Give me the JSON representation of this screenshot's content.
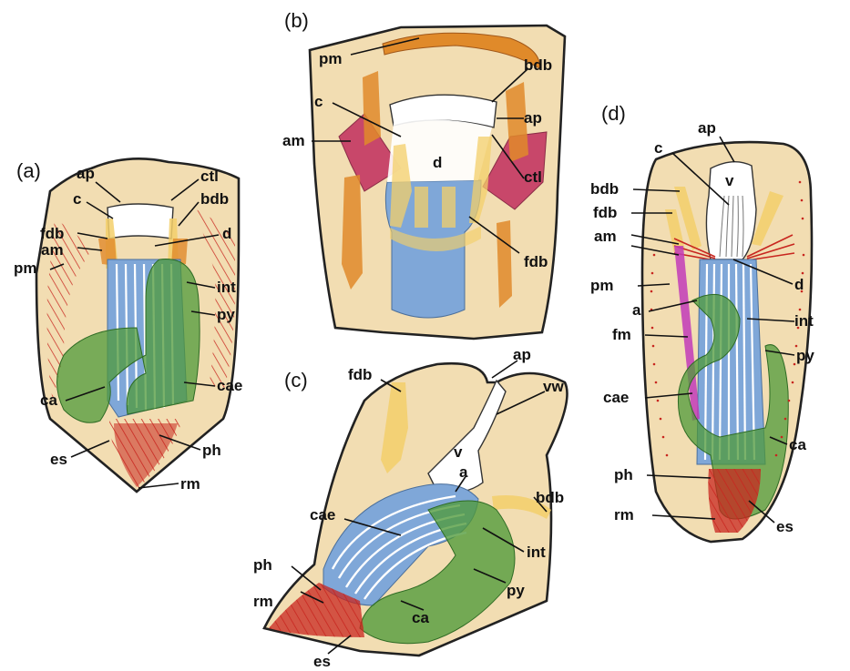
{
  "panels": {
    "a": {
      "label": "(a)",
      "structures": {
        "ap": "ap",
        "ctl": "ctl",
        "c": "c",
        "bdb": "bdb",
        "fdb": "fdb",
        "d": "d",
        "am": "am",
        "pm": "pm",
        "int": "int",
        "py": "py",
        "cae": "cae",
        "ca": "ca",
        "es": "es",
        "ph": "ph",
        "rm": "rm"
      }
    },
    "b": {
      "label": "(b)",
      "structures": {
        "pm": "pm",
        "bdb": "bdb",
        "c": "c",
        "ap": "ap",
        "am": "am",
        "d": "d",
        "ctl": "ctl",
        "fdb": "fdb"
      }
    },
    "c": {
      "label": "(c)",
      "structures": {
        "fdb": "fdb",
        "ap": "ap",
        "vw": "vw",
        "v": "v",
        "a": "a",
        "bdb": "bdb",
        "cae": "cae",
        "int": "int",
        "py": "py",
        "ph": "ph",
        "rm": "rm",
        "ca": "ca",
        "es": "es"
      }
    },
    "d": {
      "label": "(d)",
      "structures": {
        "ap": "ap",
        "c": "c",
        "v": "v",
        "bdb": "bdb",
        "fdb": "fdb",
        "am": "am",
        "pm": "pm",
        "d": "d",
        "a": "a",
        "int": "int",
        "fm": "fm",
        "py": "py",
        "cae": "cae",
        "ca": "ca",
        "ph": "ph",
        "rm": "rm",
        "es": "es"
      }
    }
  },
  "colors": {
    "body": "#f2ddb2",
    "outline": "#222222",
    "blue_pharynx": "#7fa7d8",
    "green_gut": "#4f9a3a",
    "red_muscle": "#c8261f",
    "orange_muscle": "#e08a2a",
    "pink_muscle": "#c8476a",
    "yellow_band": "#f3cf6a",
    "magenta_fm": "#c23bb8"
  }
}
